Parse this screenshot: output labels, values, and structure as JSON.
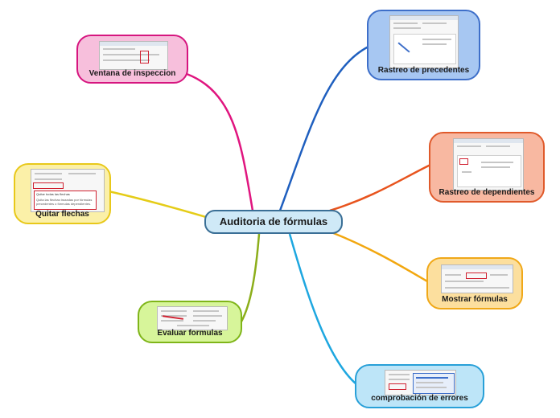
{
  "map": {
    "central_topic": "Auditoria de fórmulas",
    "topics": [
      {
        "id": "ventana",
        "label": "Ventana de  inspeccion",
        "image": "screenshot-watch-window",
        "fill": "#f7bfdc",
        "border": "#d6157f",
        "line": "#e0157f"
      },
      {
        "id": "precedentes",
        "label": "Rastreo de precedentes",
        "image": "screenshot-trace-precedents",
        "fill": "#a7c7f2",
        "border": "#3e6fc9",
        "line": "#1f5fbf"
      },
      {
        "id": "dependientes",
        "label": "Rastreo de dependientes",
        "image": "screenshot-trace-dependents",
        "fill": "#f8b8a1",
        "border": "#e05a2b",
        "line": "#e8541e"
      },
      {
        "id": "flechas",
        "label": "Quitar flechas",
        "image": "screenshot-remove-arrows",
        "fill": "#fbf0a8",
        "border": "#e8c81a",
        "line": "#e5cc17"
      },
      {
        "id": "mostrar",
        "label": "Mostrar fórmulas",
        "image": "screenshot-show-formulas",
        "fill": "#fcdf9e",
        "border": "#f0a818",
        "line": "#f2a70f"
      },
      {
        "id": "evaluar",
        "label": "Evaluar formulas",
        "image": "screenshot-evaluate-formula",
        "fill": "#d7f59a",
        "border": "#7fb519",
        "line": "#8cae1a"
      },
      {
        "id": "errores",
        "label": "comprobación de errores",
        "image": "screenshot-error-checking",
        "fill": "#bde5f8",
        "border": "#28a0d8",
        "line": "#1ea7e0"
      }
    ],
    "remove_arrows_tooltip": {
      "title": "Quitar todas las flechas",
      "body": "Quita las flechas trazadas por fórmulas precedentes o fórmulas dependientes."
    }
  }
}
